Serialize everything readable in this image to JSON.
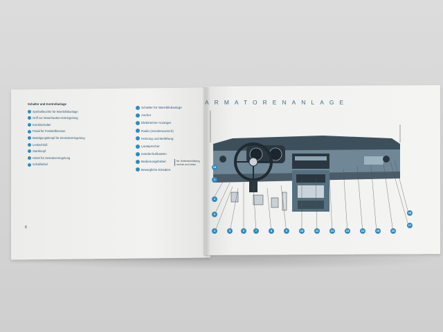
{
  "left_page": {
    "heading": "Schalter und Kontrollanlage",
    "items": [
      "Symbolleuchte für Warnblinkanlage",
      "Griff zur Motorhauben-Entriegelung",
      "Kombischalter",
      "Pedal für Feststellbremse",
      "Betätigungsknopf für Zentralverriegelung",
      "Lenkschloß",
      "Startknopf",
      "Hebel für Zentralverriegelung",
      "Schalthebel"
    ],
    "page_number": "8"
  },
  "middle_column": {
    "items": [
      "Schalter für Warnblinkanlage",
      "Ascher",
      "Elektrischer Anzeiger",
      "Radio (Sonderwunsch)",
      "Heizung und Belüftung",
      "Lautsprecher",
      "Handschuhkasten",
      "Bedienungshebel",
      "Bewegliche Einsätze"
    ],
    "subnote": "für Seitenbelüftung rechts und links"
  },
  "right_page": {
    "title": "ARMATORENANLAGE",
    "callouts": [
      "1",
      "2",
      "3",
      "4",
      "5",
      "6",
      "7",
      "8",
      "9",
      "10",
      "11",
      "12",
      "13",
      "14",
      "15",
      "16",
      "17",
      "18",
      "19"
    ]
  },
  "colors": {
    "accent_blue": "#2f8bbf",
    "title_blue": "#2d6f98",
    "text_blue": "#2a5b78"
  }
}
